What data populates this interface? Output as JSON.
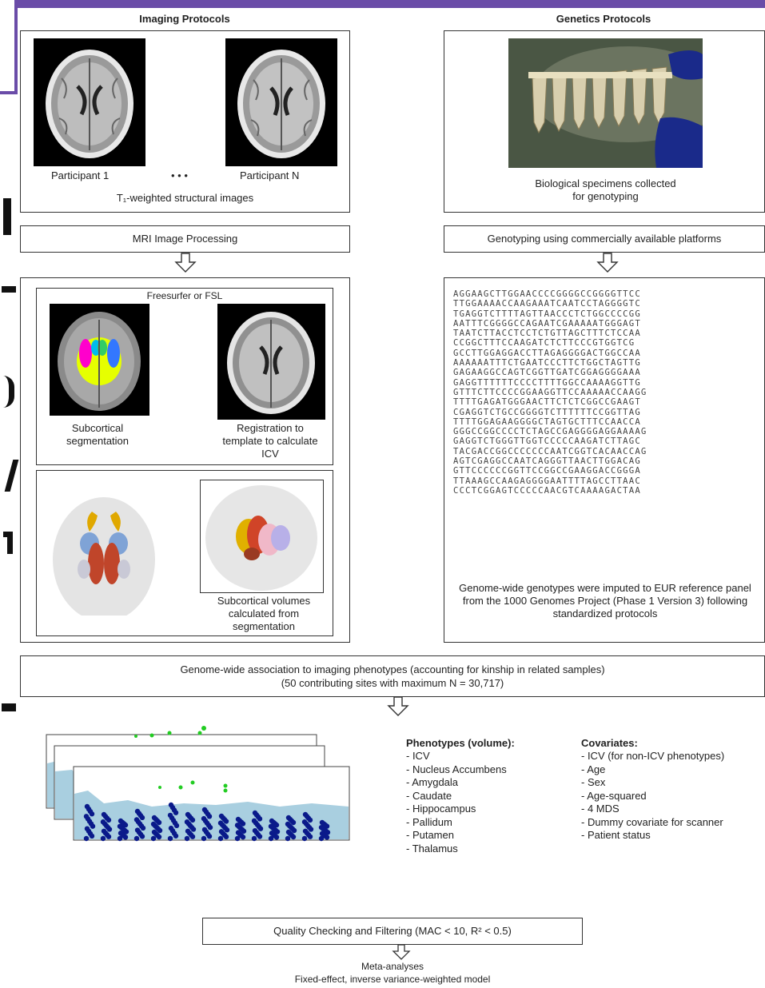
{
  "header": {
    "imaging_title": "Imaging Protocols",
    "genetics_title": "Genetics Protocols"
  },
  "imaging": {
    "participant_1": "Participant 1",
    "ellipsis": "• • •",
    "participant_n": "Participant N",
    "t1_caption": "T₁-weighted structural images",
    "processing": "MRI Image Processing",
    "tool_label": "Freesurfer or FSL",
    "subcortical_seg": "Subcortical segmentation",
    "registration": "Registration to template to calculate ICV",
    "volumes": "Subcortical volumes calculated from segmentation"
  },
  "genetics": {
    "specimens": "Biological specimens collected for genotyping",
    "genotyping": "Genotyping using commercially available platforms",
    "dna_rows": [
      "AGGAAGCTTGGAACCCCGGGGCCGGGGTTCC",
      "TTGGAAAACCAAGAAATCAATCCTAGGGGTC",
      "TGAGGTCTTTTAGTTAACCCTCTGGCCCCGG",
      "AATTTCGGGGCCAGAATCGAAAAATGGGAGT",
      "TAATCTTACCTCCTCTGTTAGCTTTCTCCAA",
      "CCGGCTTTCCAAGATCTCTTCCCGTGGTCG",
      "GCCTTGGAGGACCTTAGAGGGGACTGGCCAA",
      "AAAAAATTTCTGAATCCCTTCTGGCTAGTTG",
      "GAGAAGGCCAGTCGGTTGATCGGAGGGGAAA",
      "GAGGTTTTTTCCCCTTTTGGCCAAAAGGTTG",
      "GTTTCTTCCCCGGAAGGTTCCAAAAACCAAGG",
      "TTTTGAGATGGGAACTTCTCTCGGCCGAAGT",
      "CGAGGTCTGCCGGGGTCTTTTTTCCGGTTAG",
      "TTTTGGAGAAGGGGCTAGTGCTTTCCAACCA",
      "GGGCCGGCCCCTCTAGCCGAGGGGAGGAAAAG",
      "GAGGTCTGGGTTGGTCCCCCAAGATCTTAGC",
      "TACGACCGGCCCCCCCAATCGGTCACAACCAG",
      "AGTCGAGGCCAATCAGGGTTAACTTGGACAG",
      "GTTCCCCCCGGTTCCGGCCGAAGGACCGGGA",
      "TTAAAGCCAAGAGGGGAATTTTAGCCTTAAC",
      "CCCTCGGAGTCCCCCAACGTCAAAAGACTAA"
    ],
    "imputation": "Genome-wide genotypes were imputed to EUR reference panel from the 1000 Genomes Project (Phase 1 Version 3) following standardized protocols"
  },
  "gwas": {
    "line1": "Genome-wide association to imaging phenotypes (accounting for kinship in related samples)",
    "line2": "(50 contributing sites with maximum N = 30,717)"
  },
  "phenotypes": {
    "title": "Phenotypes (volume):",
    "items": [
      "- ICV",
      "- Nucleus Accumbens",
      "- Amygdala",
      "- Caudate",
      "- Hippocampus",
      "- Pallidum",
      "- Putamen",
      "- Thalamus"
    ]
  },
  "covariates": {
    "title": "Covariates:",
    "items": [
      "- ICV (for non-ICV phenotypes)",
      "- Age",
      "- Sex",
      "- Age-squared",
      "- 4 MDS",
      "- Dummy covariate for scanner",
      "- Patient status"
    ]
  },
  "qc": {
    "label": "Quality Checking and Filtering (MAC < 10, R² < 0.5)"
  },
  "meta": {
    "line1": "Meta-analyses",
    "line2": "Fixed-effect, inverse variance-weighted model"
  },
  "colors": {
    "accent": "#6a4ca8",
    "manhattan_dark": "#0a1a8a",
    "manhattan_light": "#a9cfe0",
    "hit_green": "#22cc22"
  }
}
